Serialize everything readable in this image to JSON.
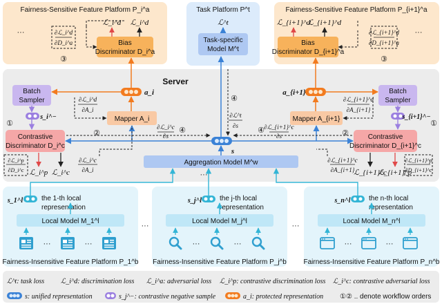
{
  "top": {
    "left_platform_title": "Fairness-Sensitive Feature Platform P_i^a",
    "task_platform_title": "Task Platform P^t",
    "right_platform_title": "Fairness-Sensitive Feature Platform P_{i+1}^a",
    "bias_disc_left": [
      "Bias",
      "Discriminator D_i^a"
    ],
    "bias_disc_right": [
      "Bias",
      "Discriminator D_{i+1}^a"
    ],
    "task_model": [
      "Task-specific",
      "Model M^t"
    ],
    "loss_d_left": "ℒ_i^d",
    "loss_d_left2": "ℒ_i^d",
    "loss_d_right": "ℒ_{i+1}^d",
    "loss_d_right2": "ℒ_{i+1}^d",
    "loss_t": "ℒ^t",
    "grad_left": [
      "∂ℒ_i^d",
      "∂D_i^a"
    ],
    "grad_right": [
      "∂ℒ_{i+1}^d",
      "∂D_{i+1}^a"
    ],
    "dots": "···",
    "circle3": "③"
  },
  "server": {
    "title": "Server",
    "batch_sampler": [
      "Batch",
      "Sampler"
    ],
    "mapper_left": "Mapper A_i",
    "mapper_right": "Mapper A_{i+1}",
    "contrastive_left": [
      "Contrastive",
      "Discriminator D_i^c"
    ],
    "contrastive_right": [
      "Contrastive",
      "Discriminator D_{i+1}^c"
    ],
    "aggregation": "Aggregation Model M^w",
    "a_i": "a_i",
    "a_i1": "a_{i+1}",
    "s_neg_i": "s_i^−",
    "s_neg_i1": "s_{i+1}^−",
    "s": "s",
    "grad_a_left": [
      "∂ℒ_i^d",
      "∂A_i"
    ],
    "grad_a_right": [
      "∂ℒ_{i+1}^d",
      "∂A_{i+1}"
    ],
    "grad_s_t": [
      "∂ℒ^t",
      "∂s"
    ],
    "grad_s_left": [
      "∂ℒ_i^c",
      "∂s"
    ],
    "grad_s_right": [
      "∂ℒ_{i+1}^c",
      "∂s"
    ],
    "grad_c_left": [
      "∂ℒ_i^c",
      "∂A_i"
    ],
    "grad_c_right": [
      "∂ℒ_{i+1}^c",
      "∂A_{i+1}"
    ],
    "grad_p_left": [
      "∂ℒ_i^p",
      "∂D_i^c"
    ],
    "grad_p_right": [
      "∂ℒ_{i+1}^p",
      "∂D_{i+1}^c"
    ],
    "loss_p_left": "ℒ_i^p",
    "loss_c_left": "ℒ_i^c",
    "loss_c_right": "ℒ_{i+1}^c",
    "loss_p_right": "ℒ_{i+1}^p",
    "circles": [
      "①",
      "②",
      "④",
      "④",
      "②",
      "①"
    ],
    "dots": "···"
  },
  "bottom": {
    "platforms": [
      {
        "title": "Fairness-Insensitive Feature Platform P_1^b",
        "model": "Local Model M_1^l",
        "vec": "s_1^l",
        "rep": [
          "the 1-th local",
          "representation"
        ],
        "icon": "document"
      },
      {
        "title": "Fairness-Insensitive Feature Platform P_j^b",
        "model": "Local Model M_j^l",
        "vec": "s_j^l",
        "rep": [
          "the j-th local",
          "representation"
        ],
        "icon": "search"
      },
      {
        "title": "Fairness-Insensitive Feature Platform P_n^b",
        "model": "Local Model M_n^l",
        "vec": "s_n^l",
        "rep": [
          "the n-th local",
          "representation"
        ],
        "icon": "window"
      }
    ],
    "dots": "···"
  },
  "legend": {
    "row1": [
      "ℒ^t: task loss",
      "ℒ_i^d: discrimination loss",
      "ℒ_i^a: adversarial loss",
      "ℒ_i^p: contrastive discrimination loss",
      "ℒ_i^c: contrastive adversarial loss"
    ],
    "row2": [
      "s: unified representation",
      "s_j^−: contrastive negative sample",
      "a_i: protected representation",
      "①② .. denote workflow orders"
    ]
  },
  "colors": {
    "orange": "#f27b1f",
    "blue": "#3b82d6",
    "purple": "#9b7fe0",
    "red": "#e04848",
    "cyan": "#33b5d6",
    "mapper": "#f9c9a4",
    "bias": "#f7b25b",
    "contrastive": "#f5a7a7",
    "aggregation": "#aec8f2",
    "local": "#bfe7f7"
  }
}
